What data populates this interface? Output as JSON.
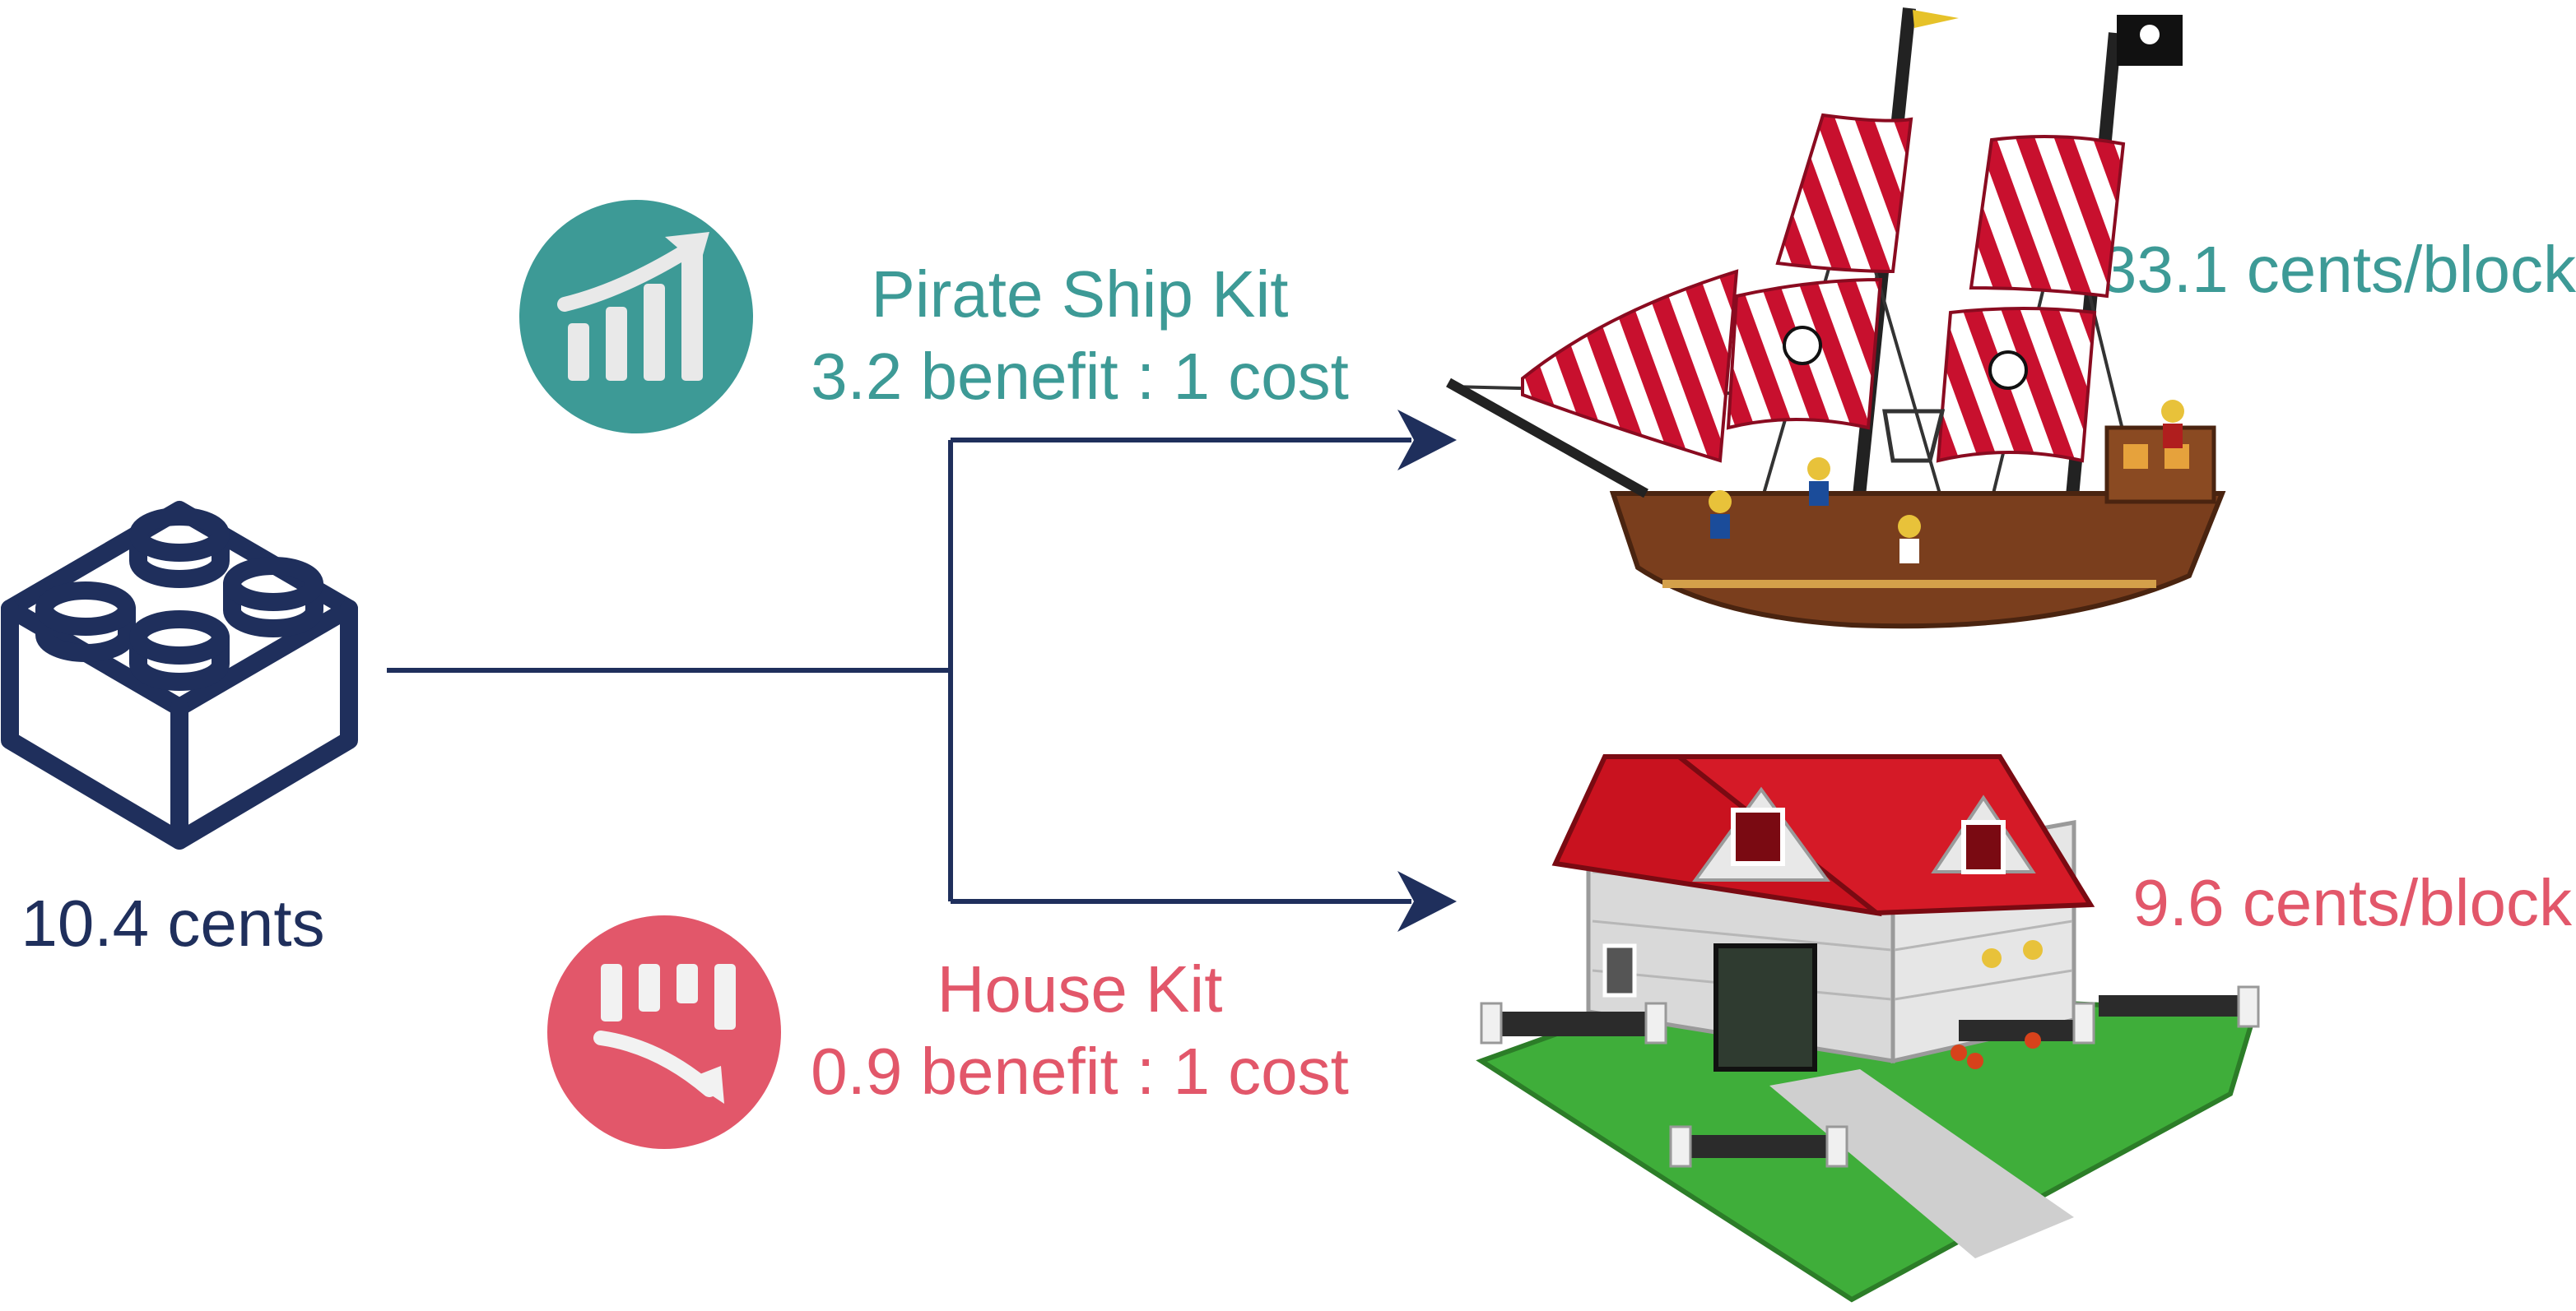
{
  "colors": {
    "navy": "#1f2f5c",
    "teal": "#3d9a96",
    "coral": "#e2576a",
    "sail_red": "#c8102e",
    "roof_red": "#c9121f",
    "hull_brown": "#7a3e1d",
    "grass_green": "#3fae3a",
    "wall_gray": "#d9d9d9"
  },
  "source": {
    "icon": "lego-brick-icon",
    "price_label": "10.4 cents"
  },
  "options": [
    {
      "name": "Pirate Ship Kit",
      "ratio": "3.2 benefit : 1 cost",
      "value": "33.1 cents/block",
      "trend_icon": "trend-up-icon",
      "image": "pirate-ship-image"
    },
    {
      "name": "House Kit",
      "ratio": "0.9 benefit : 1 cost",
      "value": "9.6 cents/block",
      "trend_icon": "trend-down-icon",
      "image": "house-image"
    }
  ]
}
